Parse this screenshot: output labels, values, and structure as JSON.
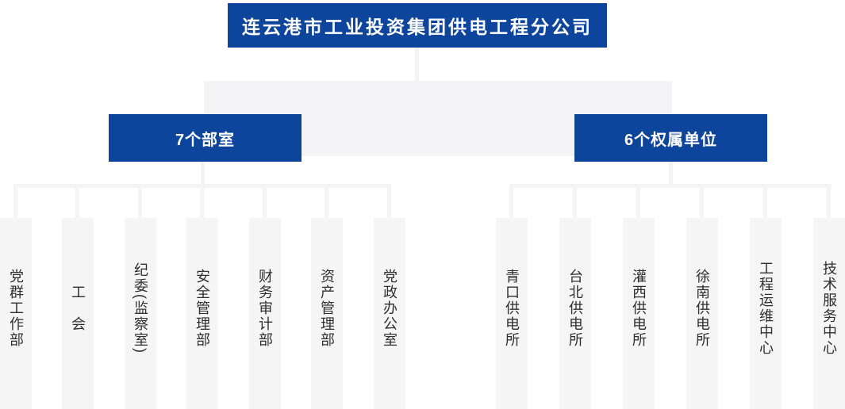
{
  "org_chart": {
    "root": {
      "label": "连云港市工业投资集团供电工程分公司"
    },
    "groups": [
      {
        "label": "7个部室",
        "children": [
          "党群工作部",
          "工　会",
          "纪委(监察室)",
          "安全管理部",
          "财务审计部",
          "资产管理部",
          "党政办公室"
        ]
      },
      {
        "label": "6个权属单位",
        "children": [
          "青口供电所",
          "台北供电所",
          "灌西供电所",
          "徐南供电所",
          "工程运维中心",
          "技术服务中心"
        ]
      }
    ],
    "palette": {
      "box_blue": "#0d459c",
      "connector_gray": "#f4f4f6",
      "column_gray": "#f5f5f6",
      "label_text": "#2f2f2f",
      "box_text": "#ffffff",
      "background": "#ffffff"
    }
  }
}
